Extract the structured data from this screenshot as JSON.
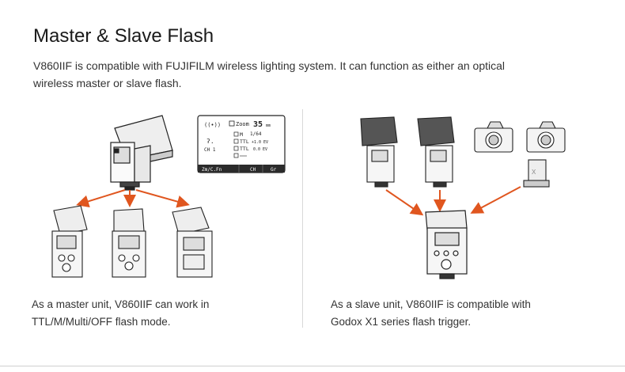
{
  "header": {
    "title": "Master & Slave Flash",
    "description": "V860IIF is compatible with FUJIFILM wireless lighting system. It can function as either an optical wireless master or slave flash."
  },
  "master": {
    "caption_line1": "As a master unit, V860IIF can work in",
    "caption_line2": "TTL/M/Multi/OFF flash mode.",
    "lcd": {
      "zoom_label": "Zoom",
      "zoom_value": "35",
      "zoom_unit": "mm",
      "group_a_mode": "M",
      "group_a_value": "1/64",
      "group_b_mode": "TTL",
      "group_b_value": "+1.0 EV",
      "group_c_mode": "TTL",
      "group_c_value": "0.0 EV",
      "channel": "CH 1",
      "btn1": "Zm/C.Fn",
      "btn2": "CH",
      "btn3": "Gr"
    }
  },
  "slave": {
    "caption_line1": "As a slave unit, V860IIF is compatible with",
    "caption_line2": "Godox X1 series flash trigger."
  },
  "colors": {
    "arrow": "#e0561f",
    "divider": "#d8d8d8"
  }
}
